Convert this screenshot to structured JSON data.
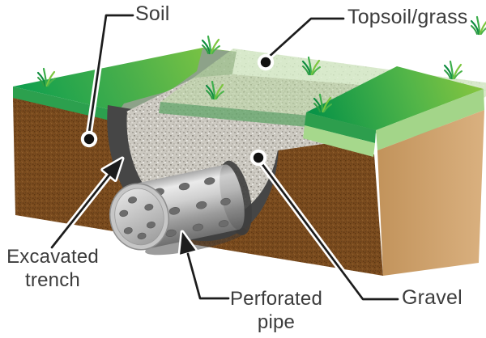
{
  "figure": {
    "description": "Cutaway illustration of a french drain: excavated trench in soil filled with gravel around a perforated pipe, covered by topsoil and grass",
    "callouts": {
      "soil": {
        "label": "Soil"
      },
      "topsoil": {
        "label": "Topsoil/grass"
      },
      "excavated_trench": {
        "line1": "Excavated",
        "line2": "trench"
      },
      "perforated_pipe": {
        "line1": "Perforated",
        "line2": "pipe"
      },
      "gravel": {
        "label": "Gravel"
      }
    },
    "palette": {
      "background": "#ffffff",
      "grass_dark": "#0b9648",
      "grass_light": "#8cc63f",
      "grass_edge_band": "#a6d88c",
      "soil_front": "#7a4b1e",
      "soil_side": "#c99c66",
      "trench_wall": "#464646",
      "gravel": "#ccc9c1",
      "topsoil_slab": "#bcd9a6",
      "topsoil_cut_face": "#8da289",
      "pipe_metal_light": "#e9e9e9",
      "pipe_metal_dark": "#6f6f6f",
      "pipe_hole": "#6c6c6c",
      "label_text": "#3c3c3c",
      "callout_line": "#1c1c1c",
      "callout_casing": "#ffffff"
    },
    "icons": {
      "grass_tuft": "grass-tuft-icon",
      "callout_dot": "callout-dot",
      "callout_arrow": "arrowhead-icon"
    }
  }
}
